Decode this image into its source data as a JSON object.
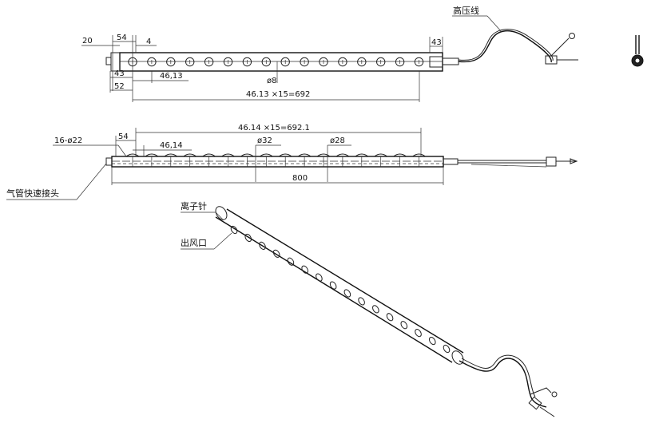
{
  "labels": {
    "hv_wire": "高压线",
    "air_fitting": "气管快速接头",
    "ion_needle": "离子针",
    "air_outlet": "出风口"
  },
  "top_view": {
    "dim_20": "20",
    "dim_54": "54",
    "dim_4": "4",
    "dim_43_left": "43",
    "dim_52": "52",
    "dim_4613": "46,13",
    "dim_phi8": "ø8",
    "dim_total": "46.13 ×15=692",
    "dim_43_right": "43"
  },
  "side_view": {
    "dim_top_total": "46.14 ×15=692.1",
    "dim_54": "54",
    "dim_holes": "16-ø22",
    "dim_4614": "46,14",
    "dim_phi32": "ø32",
    "dim_phi28": "ø28",
    "dim_800": "800"
  }
}
